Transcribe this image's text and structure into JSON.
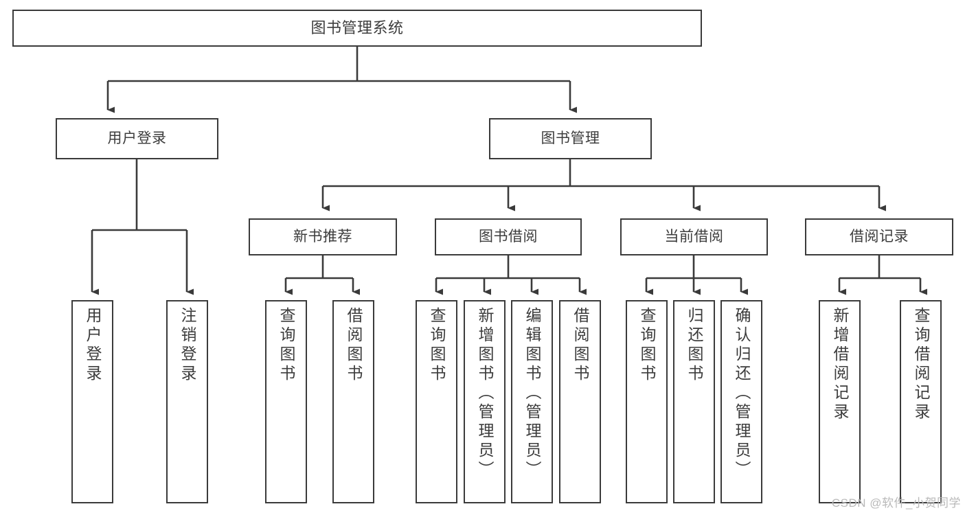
{
  "diagram": {
    "type": "tree-hierarchy",
    "title": "图书管理系统",
    "watermark": "CSDN @软件_小贺同学",
    "colors": {
      "box_border": "#3a3a3a",
      "box_fill": "#ffffff",
      "edge": "#3a3a3a",
      "text": "#3c3c3c",
      "watermark": "#b9b9b9"
    },
    "root": {
      "label": "图书管理系统"
    },
    "level1": [
      {
        "label": "用户登录"
      },
      {
        "label": "图书管理"
      }
    ],
    "level2": [
      {
        "label": "新书推荐"
      },
      {
        "label": "图书借阅"
      },
      {
        "label": "当前借阅"
      },
      {
        "label": "借阅记录"
      }
    ],
    "leaves": {
      "user_login": [
        {
          "label": "用户登录"
        },
        {
          "label": "注销登录"
        }
      ],
      "new_book_recommend": [
        {
          "label": "查询图书"
        },
        {
          "label": "借阅图书"
        }
      ],
      "book_borrow": [
        {
          "label": "查询图书"
        },
        {
          "label": "新增图书（管理员）"
        },
        {
          "label": "编辑图书（管理员）"
        },
        {
          "label": "借阅图书"
        }
      ],
      "current_borrow": [
        {
          "label": "查询图书"
        },
        {
          "label": "归还图书"
        },
        {
          "label": "确认归还（管理员）"
        }
      ],
      "borrow_record": [
        {
          "label": "新增借阅记录"
        },
        {
          "label": "查询借阅记录"
        }
      ]
    }
  }
}
